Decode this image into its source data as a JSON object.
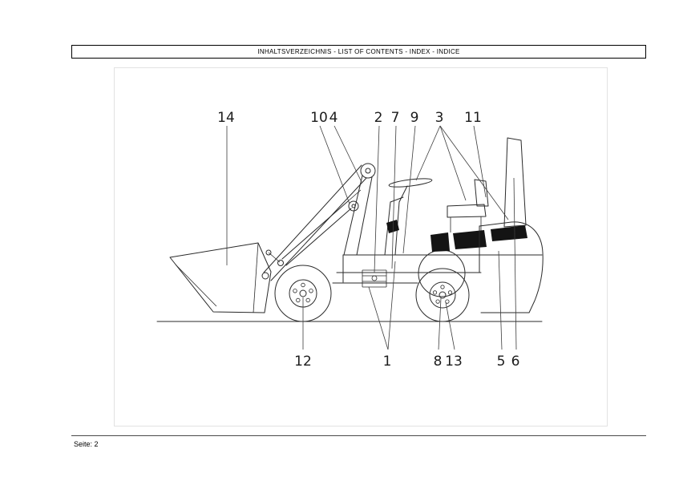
{
  "header": {
    "title": "INHALTSVERZEICHNIS - LIST OF CONTENTS - INDEX - INDICE"
  },
  "footer": {
    "page_label": "Seite: 2"
  },
  "diagram": {
    "callouts_top": [
      {
        "label": "14"
      },
      {
        "label": "10"
      },
      {
        "label": "4"
      },
      {
        "label": "2"
      },
      {
        "label": "7"
      },
      {
        "label": "9"
      },
      {
        "label": "3"
      },
      {
        "label": "11"
      }
    ],
    "callouts_bottom": [
      {
        "label": "12"
      },
      {
        "label": "1"
      },
      {
        "label": "8"
      },
      {
        "label": "13"
      },
      {
        "label": "5"
      },
      {
        "label": "6"
      }
    ]
  }
}
